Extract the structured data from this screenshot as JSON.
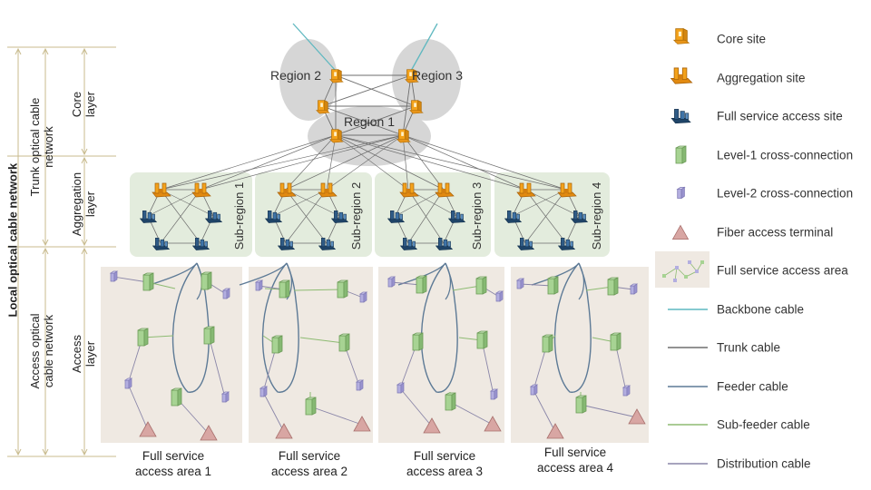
{
  "colors": {
    "backbone": "#5fb8c0",
    "trunk": "#6e6e6e",
    "feeder": "#5d7a96",
    "sub_feeder": "#8dbb72",
    "distribution": "#8a86a8",
    "region_fill": "#d6d6d6",
    "subregion_fill": "#e3ecdd",
    "access_area_fill": "#efe9e2",
    "core_site": "#f3a21b",
    "access_site": "#2f5b86",
    "level1": "#a7d393",
    "level2": "#b3aee0",
    "terminal": "#d8a6a3"
  },
  "regions": {
    "region1": "Region 1",
    "region2": "Region 2",
    "region3": "Region 3"
  },
  "subregions": [
    "Sub-region 1",
    "Sub-region 2",
    "Sub-region 3",
    "Sub-region 4"
  ],
  "access_areas": [
    {
      "line1": "Full service",
      "line2": "access area 1"
    },
    {
      "line1": "Full service",
      "line2": "access area 2"
    },
    {
      "line1": "Full service",
      "line2": "access area 3"
    },
    {
      "line1": "Full service",
      "line2": "access area 4"
    }
  ],
  "left_labels": {
    "local_network": "Local optical cable network",
    "trunk_network": "Trunk optical cable network",
    "access_network": "Access optical cable network",
    "core_layer": "Core layer",
    "aggregation_layer": "Aggregation layer",
    "access_layer": "Access layer"
  },
  "legend": [
    {
      "icon": "core-site-icon",
      "label": "Core site"
    },
    {
      "icon": "aggregation-site-icon",
      "label": "Aggregation site"
    },
    {
      "icon": "full-service-access-site-icon",
      "label": "Full service access site"
    },
    {
      "icon": "level1-cross-connection-icon",
      "label": "Level-1 cross-connection"
    },
    {
      "icon": "level2-cross-connection-icon",
      "label": "Level-2 cross-connection"
    },
    {
      "icon": "fiber-access-terminal-icon",
      "label": "Fiber access terminal"
    },
    {
      "icon": "full-service-access-area-icon",
      "label": "Full service access area"
    },
    {
      "icon": "backbone-cable-icon",
      "label": "Backbone cable"
    },
    {
      "icon": "trunk-cable-icon",
      "label": "Trunk cable"
    },
    {
      "icon": "feeder-cable-icon",
      "label": "Feeder cable"
    },
    {
      "icon": "sub-feeder-cable-icon",
      "label": "Sub-feeder cable"
    },
    {
      "icon": "distribution-cable-icon",
      "label": "Distribution cable"
    }
  ]
}
